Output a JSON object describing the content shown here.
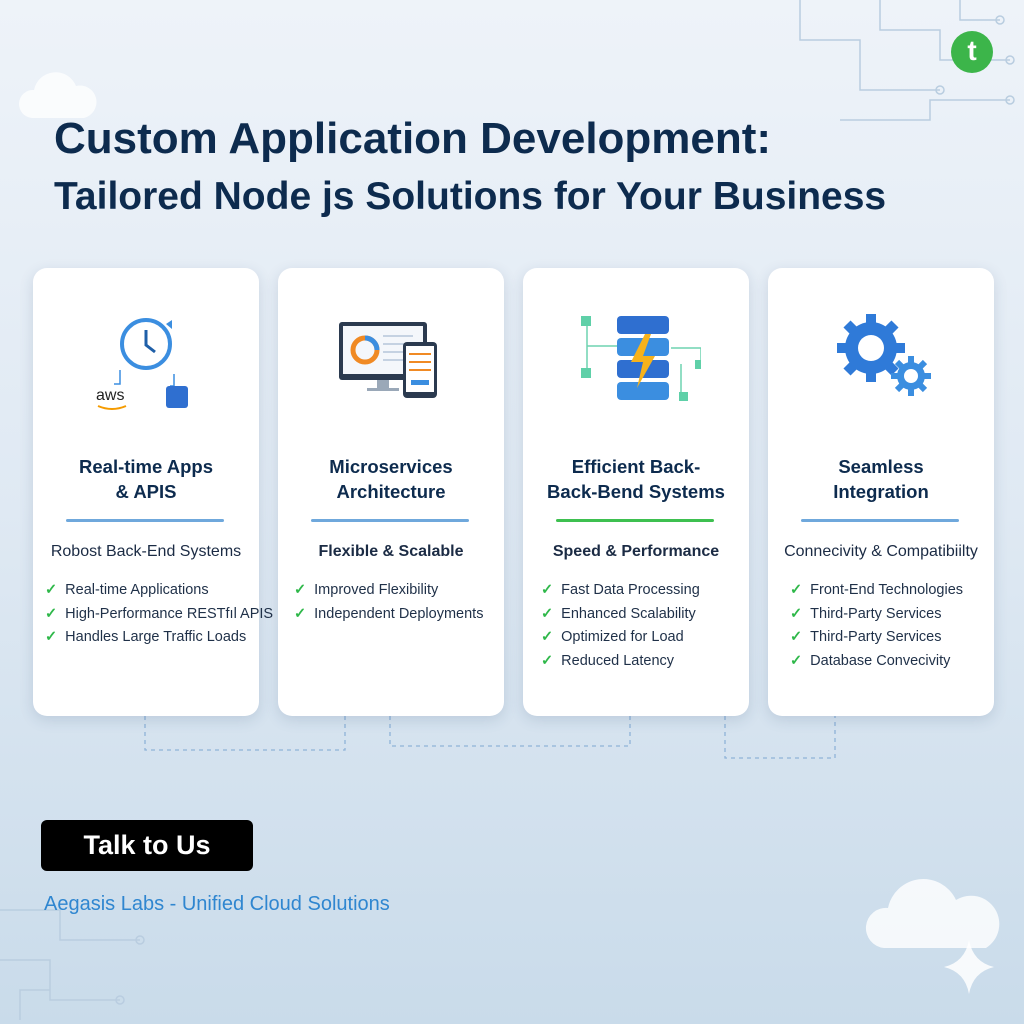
{
  "header": {
    "line1": "Custom Application Development:",
    "line2": "Tailored Node js Solutions for Your Business"
  },
  "logo": {
    "letter": "t",
    "color": "#3cb54a"
  },
  "cards": [
    {
      "icon": "clock-cloud-icon",
      "aws_label": "aws",
      "title1": "Real-time Apps",
      "title2": "& APIS",
      "subtitle": "Robost Back-End Systems",
      "items": [
        "Real-time Applications",
        "High-Performance RESTfıl APIS",
        "Handles Large Traffic Loads"
      ]
    },
    {
      "icon": "devices-icon",
      "title1": "Microservices",
      "title2": "Architecture",
      "subtitle": "Flexible & Scalable",
      "items": [
        "Improved Flexibility",
        "Independent Deployments"
      ]
    },
    {
      "icon": "server-bolt-icon",
      "title1": "Efficient Back-",
      "title2": "Back-Bend Systems",
      "subtitle": "Speed & Performance",
      "items": [
        "Fast Data Processing",
        "Enhanced Scalability",
        "Optimized for Load",
        "Reduced Latency"
      ]
    },
    {
      "icon": "gears-icon",
      "title1": "Seamless",
      "title2": "Integration",
      "subtitle": "Connecivity & Compatibiilty",
      "items": [
        "Front-End Technologies",
        "Third-Party Services",
        "Third-Party Services",
        "Database Convecivity"
      ]
    }
  ],
  "cta": {
    "label": "Talk to Us"
  },
  "footer": {
    "text": "Aegasis Labs - Unified Cloud Solutions"
  },
  "check": "✓"
}
